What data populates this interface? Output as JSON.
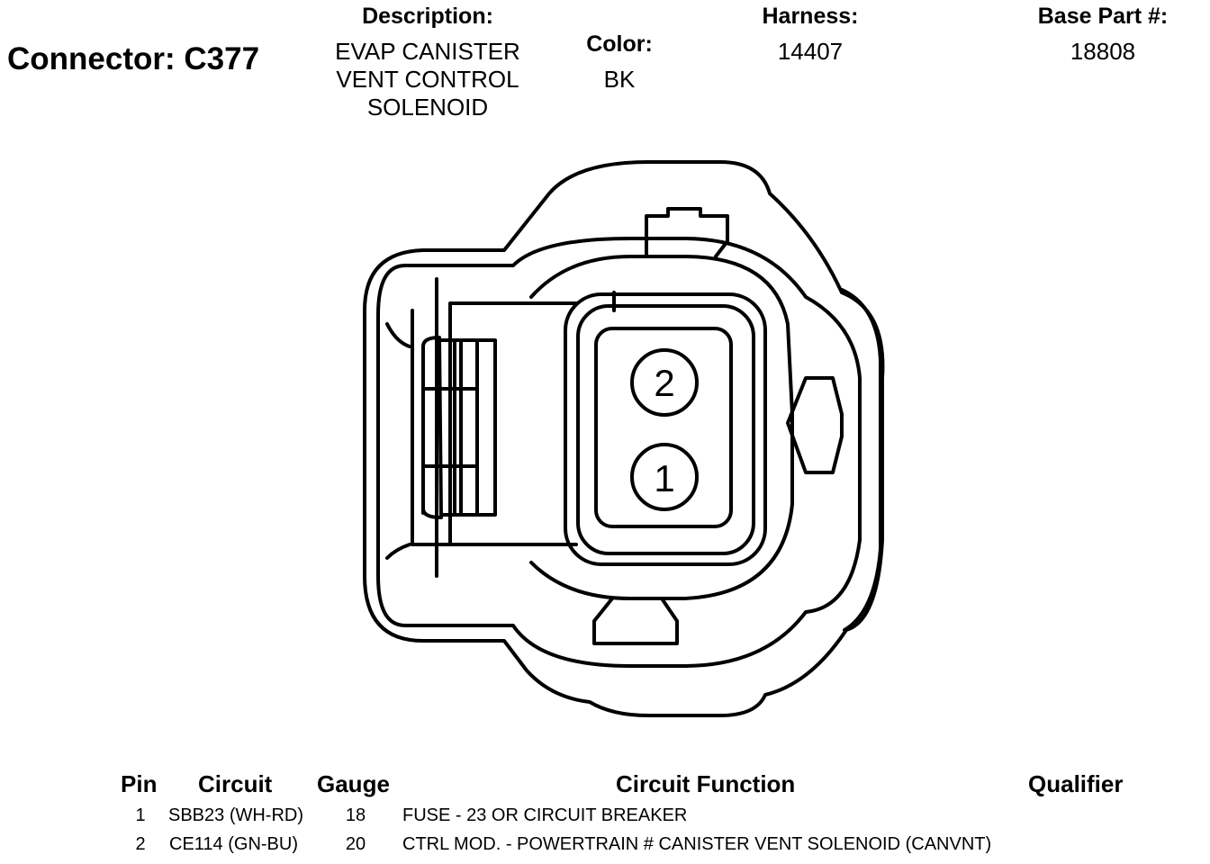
{
  "connector": {
    "title": "Connector: C377"
  },
  "header": {
    "description_label": "Description:",
    "description_lines": [
      "EVAP CANISTER",
      "VENT CONTROL",
      "SOLENOID"
    ],
    "color_label": "Color:",
    "color_value": "BK",
    "harness_label": "Harness:",
    "harness_value": "14407",
    "base_part_label": "Base Part #:",
    "base_part_value": "18808"
  },
  "cavities": [
    {
      "pin": "2"
    },
    {
      "pin": "1"
    }
  ],
  "table": {
    "headers": {
      "pin": "Pin",
      "circuit": "Circuit",
      "gauge": "Gauge",
      "function": "Circuit Function",
      "qualifier": "Qualifier"
    },
    "rows": [
      {
        "pin": "1",
        "circuit": "SBB23 (WH-RD)",
        "gauge": "18",
        "function": "FUSE - 23 OR CIRCUIT BREAKER",
        "qualifier": ""
      },
      {
        "pin": "2",
        "circuit": "CE114 (GN-BU)",
        "gauge": "20",
        "function": "CTRL MOD. - POWERTRAIN # CANISTER VENT SOLENOID (CANVNT)",
        "qualifier": ""
      }
    ]
  }
}
